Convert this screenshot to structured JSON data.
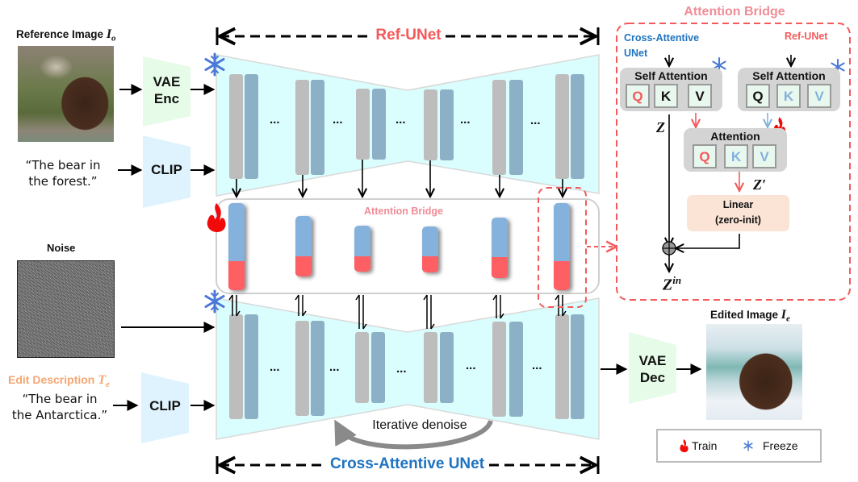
{
  "inputs": {
    "reference_image_label": "Reference Image ",
    "reference_image_symbol": "I",
    "reference_image_subscript": "o",
    "reference_prompt_line1": "“The bear in",
    "reference_prompt_line2": "the forest.”",
    "noise_label": "Noise",
    "edit_description_label": "Edit Description ",
    "edit_description_symbol": "T",
    "edit_description_subscript": "e",
    "edit_prompt_line1": "“The bear in",
    "edit_prompt_line2": "the Antarctica.”"
  },
  "encoders": {
    "vae_enc_line1": "VAE",
    "vae_enc_line2": "Enc",
    "clip_top": "CLIP",
    "clip_bottom": "CLIP",
    "vae_dec_line1": "VAE",
    "vae_dec_line2": "Dec"
  },
  "ref_unet": {
    "title": "Ref-UNet",
    "ellipsis": [
      "...",
      "...",
      "...",
      "...",
      "..."
    ]
  },
  "attention_bridge_strip": {
    "title": "Attention Bridge"
  },
  "cross_unet": {
    "title": "Cross-Attentive UNet",
    "ellipsis": [
      "...",
      "...",
      "...",
      "...",
      "..."
    ],
    "loop_label": "Iterative denoise"
  },
  "output": {
    "edited_image_label": "Edited Image ",
    "edited_image_symbol": "I",
    "edited_image_subscript": "e"
  },
  "detail_panel": {
    "title": "Attention Bridge",
    "left_source_line1": "Cross-Attentive",
    "left_source_line2": "UNet",
    "right_source": "Ref-UNet",
    "left_block_title": "Self Attention",
    "right_block_title": "Self Attention",
    "left_qkv": [
      "Q",
      "K",
      "V"
    ],
    "right_qkv": [
      "Q",
      "K",
      "V"
    ],
    "attention_title": "Attention",
    "attention_qkv": [
      "Q",
      "K",
      "V"
    ],
    "linear_line1": "Linear",
    "linear_line2": "(zero-init)",
    "z_label": "Z",
    "z_prime_label": "Z′",
    "z_in_base": "Z",
    "z_in_sup": "in"
  },
  "legend": {
    "train_label": "Train",
    "freeze_label": "Freeze",
    "train_icon": "flame-icon",
    "freeze_icon": "snowflake-icon"
  },
  "colors": {
    "ref_red": "#f4595b",
    "cross_blue": "#1f73c0",
    "bridge_pink": "#f08c96",
    "unet_fill": "#dafdfd",
    "enc_green": "#e6fbe8",
    "clip_blue": "#def3fd",
    "block_gray": "#bdbdbd",
    "block_blue": "#8cb1c6",
    "bridge_blue": "#84b2dc",
    "bridge_red": "#fe5e64",
    "edit_orange": "#f5a673",
    "linear_peach": "#fbe4d6",
    "snow_blue": "#4a78d6",
    "flame_red": "#f10a0a"
  }
}
